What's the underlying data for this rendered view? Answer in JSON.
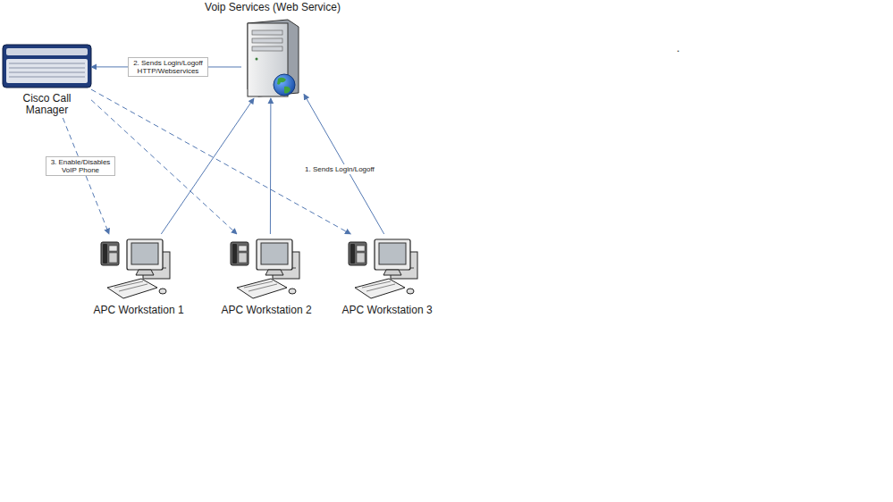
{
  "diagram": {
    "nodes": [
      {
        "text": [
          "Voip Services (Web Service)"
        ]
      },
      {
        "text": [
          "Cisco Call Manager"
        ]
      },
      {
        "text": [
          "APC Workstation 1"
        ]
      },
      {
        "text": [
          "APC Workstation 2"
        ]
      },
      {
        "text": [
          "APC Workstation 3"
        ]
      }
    ],
    "edges": [
      {
        "from": 2,
        "to": 0,
        "arrow": "to"
      },
      {
        "from": 3,
        "to": 0,
        "arrow": "to"
      },
      {
        "from": 4,
        "to": 0,
        "label": "1. Sends Login/Logoff",
        "arrow": "to"
      },
      {
        "from": 0,
        "to": 1,
        "label": "2. Sends Login/Logoff HTTP/Webservices",
        "arrow": "to"
      },
      {
        "from": 1,
        "to": 2,
        "label": "3. Enable/Disables VoIP Phone",
        "arrow": "to"
      },
      {
        "from": 1,
        "to": 3,
        "arrow": "to"
      },
      {
        "from": 1,
        "to": 4,
        "arrow": "to"
      }
    ],
    "labels": [
      "."
    ]
  }
}
